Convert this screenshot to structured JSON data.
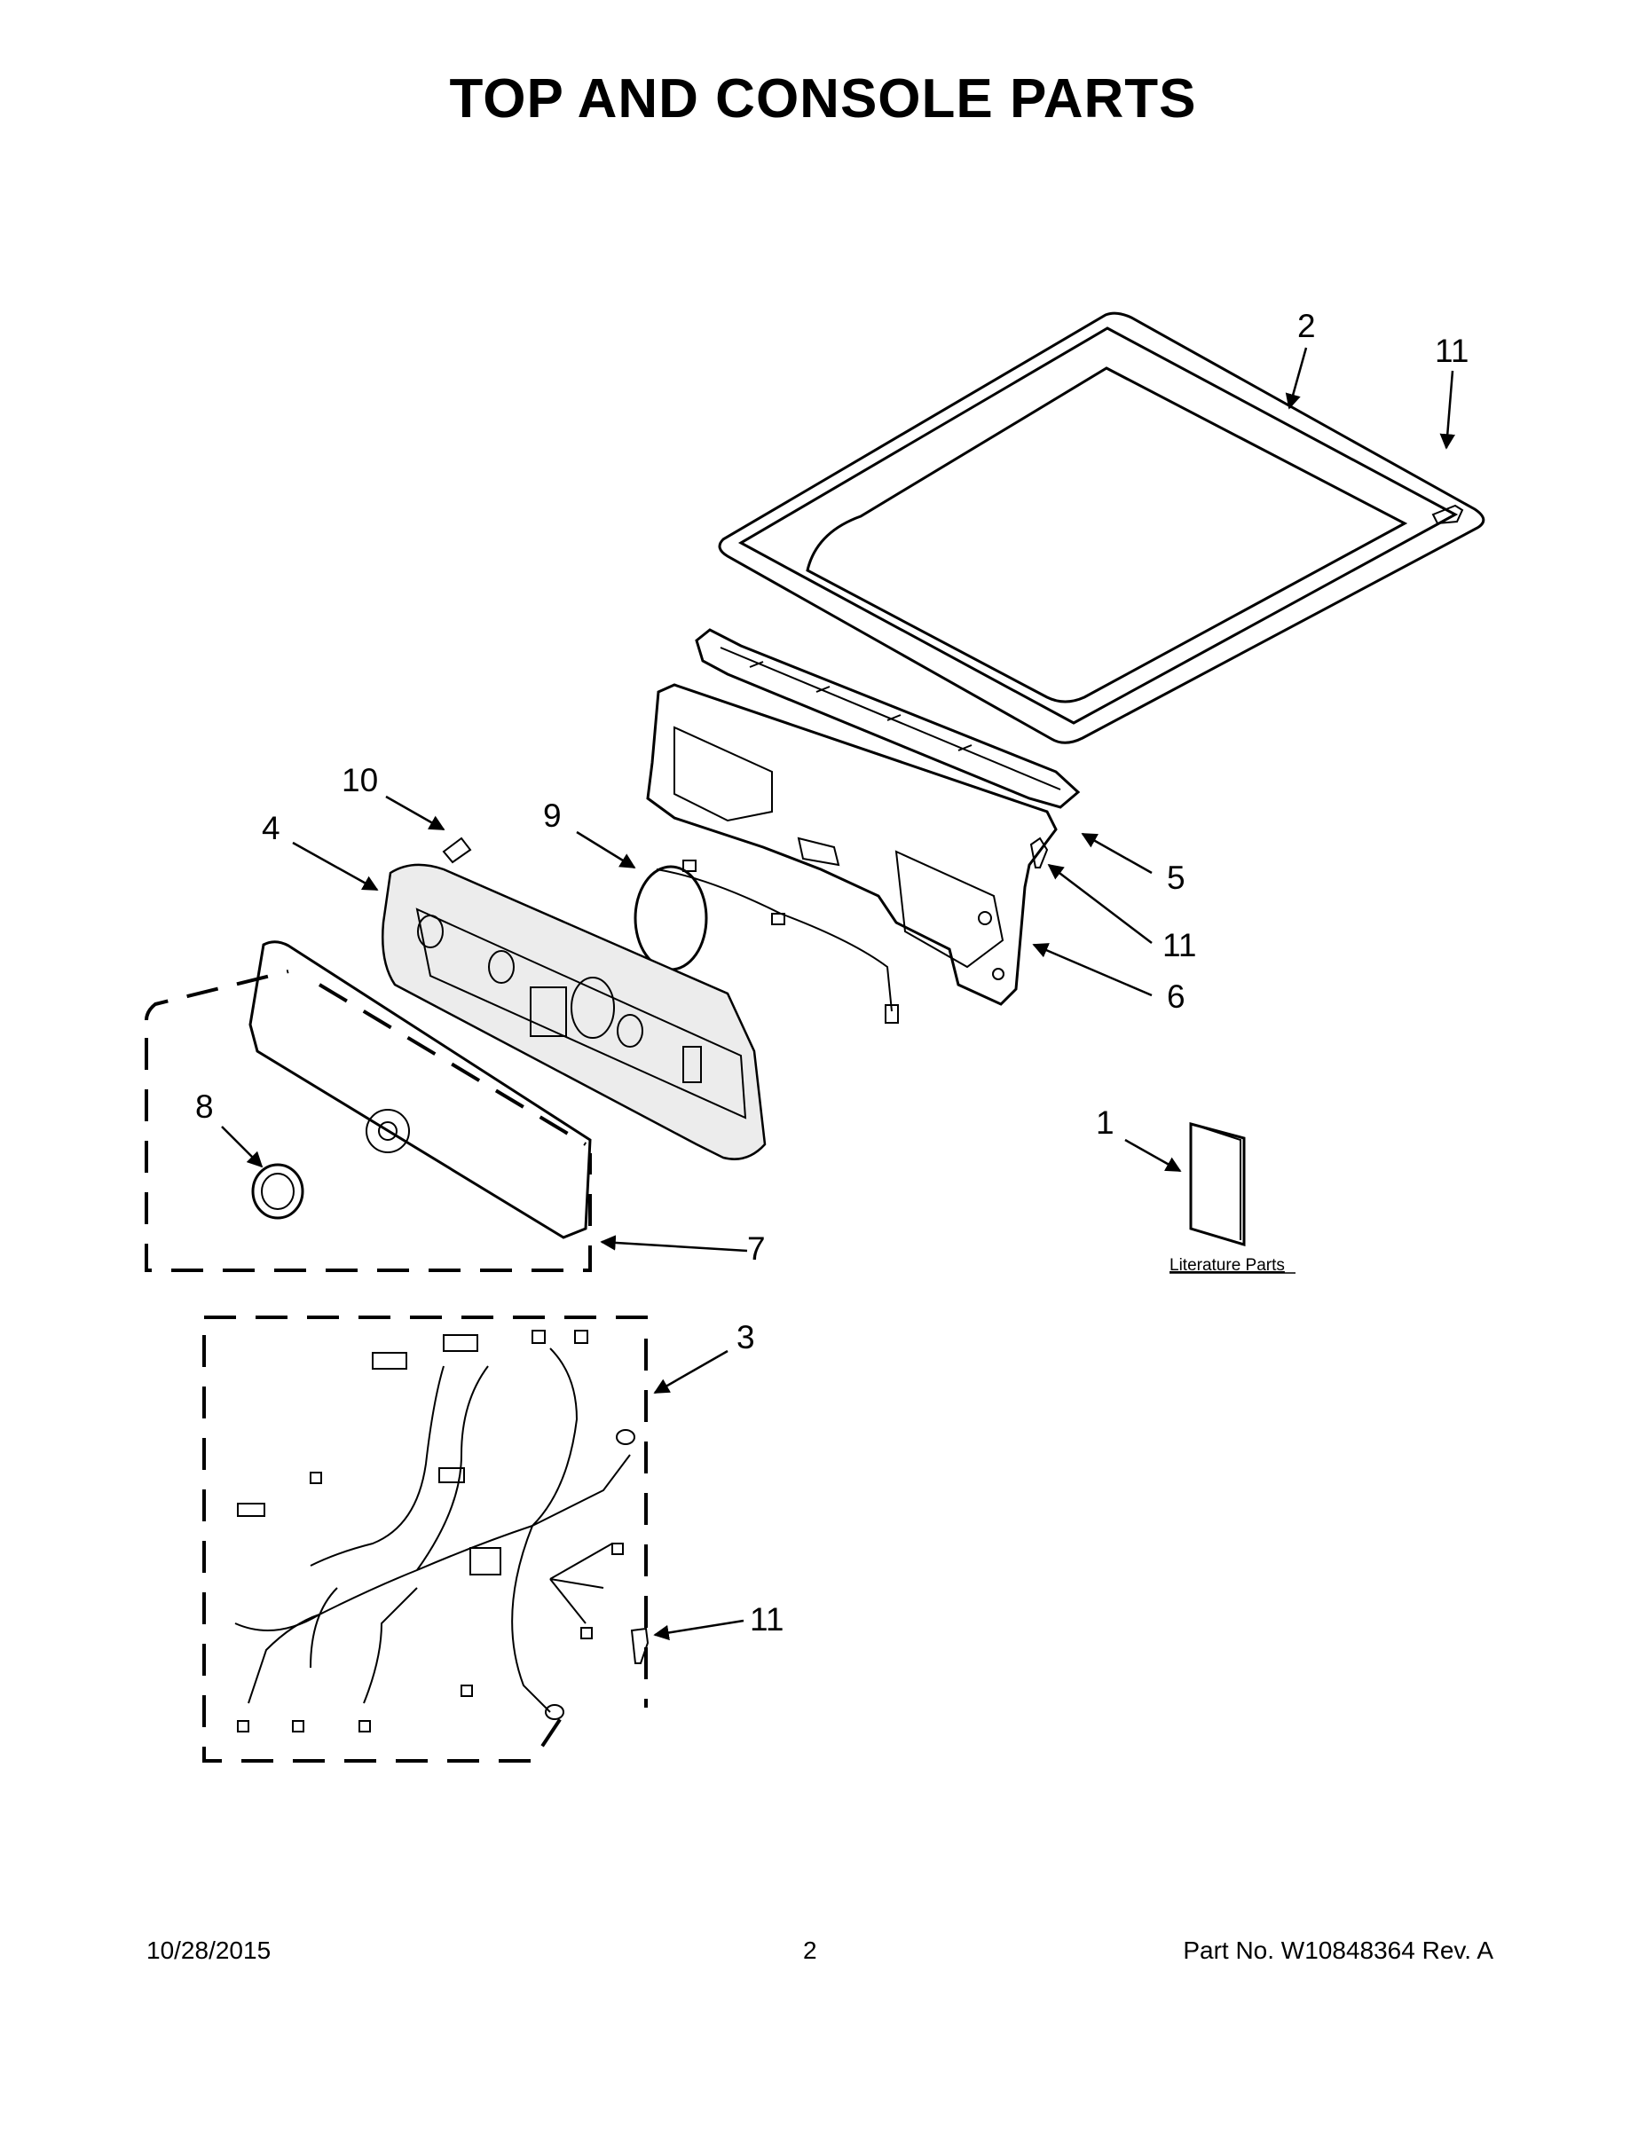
{
  "page": {
    "title": "TOP AND CONSOLE PARTS",
    "footer": {
      "date": "10/28/2015",
      "page_number": "2",
      "part_number": "Part No.  W10848364  Rev.  A"
    }
  },
  "callouts": [
    {
      "id": "callout-1",
      "label": "1"
    },
    {
      "id": "callout-2",
      "label": "2"
    },
    {
      "id": "callout-3",
      "label": "3"
    },
    {
      "id": "callout-4",
      "label": "4"
    },
    {
      "id": "callout-5",
      "label": "5"
    },
    {
      "id": "callout-6",
      "label": "6"
    },
    {
      "id": "callout-7",
      "label": "7"
    },
    {
      "id": "callout-8",
      "label": "8"
    },
    {
      "id": "callout-9",
      "label": "9"
    },
    {
      "id": "callout-10",
      "label": "10"
    },
    {
      "id": "callout-11-top",
      "label": "11"
    },
    {
      "id": "callout-11-mid",
      "label": "11"
    },
    {
      "id": "callout-11-bottom",
      "label": "11"
    }
  ],
  "literature_label": "Literature Parts"
}
